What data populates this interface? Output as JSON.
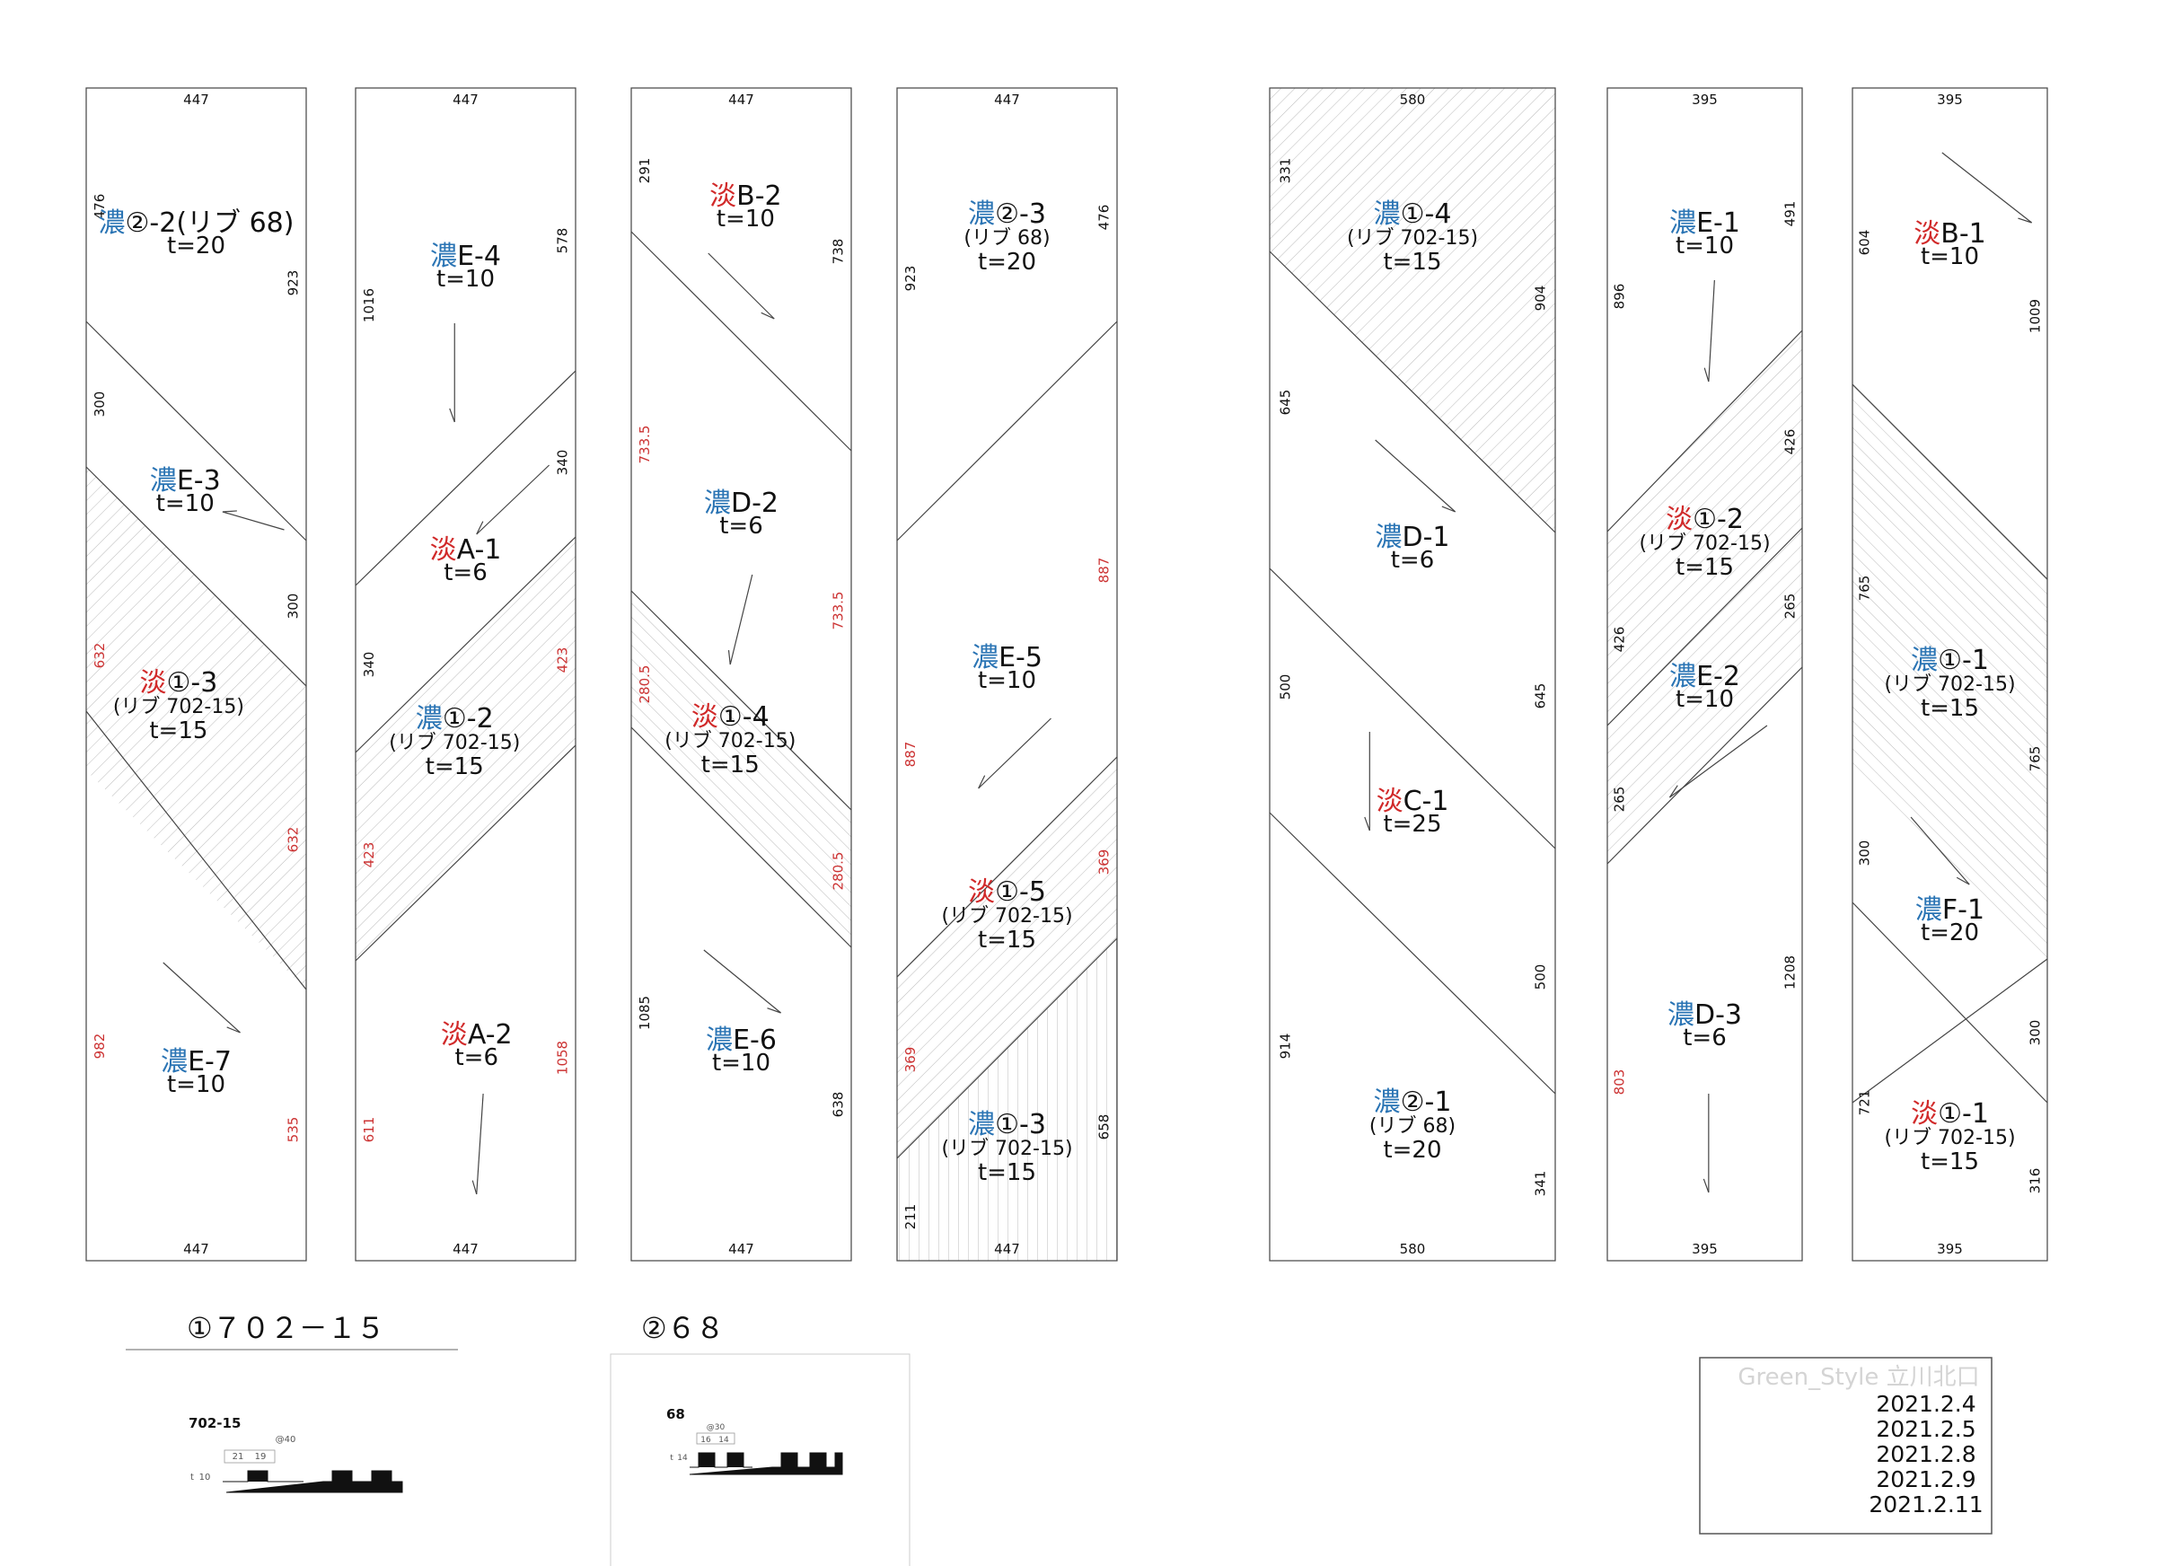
{
  "colors": {
    "dark": "#2a74b4",
    "light": "#d12a2a",
    "line": "#444444",
    "hatch": "#bbbbbb",
    "dimRed": "#cc3333"
  },
  "panels": [
    {
      "top": "447",
      "bottom": "447",
      "pieces": [
        {
          "kanji": "濃",
          "tone": "dark",
          "code": "②-2(リブ 68)",
          "thickness": "t=20"
        },
        {
          "kanji": "濃",
          "tone": "dark",
          "code": "E-3",
          "thickness": "t=10"
        },
        {
          "kanji": "淡",
          "tone": "light",
          "code": "①-3",
          "sub": "(リブ 702-15)",
          "thickness": "t=15"
        },
        {
          "kanji": "濃",
          "tone": "dark",
          "code": "E-7",
          "thickness": "t=10"
        }
      ],
      "dims": [
        "476",
        "923",
        "300",
        "300",
        "632",
        "632",
        "982",
        "535"
      ]
    },
    {
      "top": "447",
      "bottom": "447",
      "pieces": [
        {
          "kanji": "濃",
          "tone": "dark",
          "code": "E-4",
          "thickness": "t=10"
        },
        {
          "kanji": "淡",
          "tone": "light",
          "code": "A-1",
          "thickness": "t=6"
        },
        {
          "kanji": "濃",
          "tone": "dark",
          "code": "①-2",
          "sub": "(リブ 702-15)",
          "thickness": "t=15"
        },
        {
          "kanji": "淡",
          "tone": "light",
          "code": "A-2",
          "thickness": "t=6"
        }
      ],
      "dims": [
        "1016",
        "578",
        "340",
        "340",
        "423",
        "423",
        "611",
        "1058"
      ]
    },
    {
      "top": "447",
      "bottom": "447",
      "pieces": [
        {
          "kanji": "淡",
          "tone": "light",
          "code": "B-2",
          "thickness": "t=10"
        },
        {
          "kanji": "濃",
          "tone": "dark",
          "code": "D-2",
          "thickness": "t=6"
        },
        {
          "kanji": "淡",
          "tone": "light",
          "code": "①-4",
          "sub": "(リブ 702-15)",
          "thickness": "t=15"
        },
        {
          "kanji": "濃",
          "tone": "dark",
          "code": "E-6",
          "thickness": "t=10"
        }
      ],
      "dims": [
        "291",
        "738",
        "733.5",
        "733.5",
        "280.5",
        "280.5",
        "1085",
        "638"
      ]
    },
    {
      "top": "447",
      "bottom": "447",
      "pieces": [
        {
          "kanji": "濃",
          "tone": "dark",
          "code": "②-3",
          "sub": "(リブ 68)",
          "thickness": "t=20"
        },
        {
          "kanji": "濃",
          "tone": "dark",
          "code": "E-5",
          "thickness": "t=10"
        },
        {
          "kanji": "淡",
          "tone": "light",
          "code": "①-5",
          "sub": "(リブ 702-15)",
          "thickness": "t=15"
        },
        {
          "kanji": "濃",
          "tone": "dark",
          "code": "①-3",
          "sub": "(リブ 702-15)",
          "thickness": "t=15"
        }
      ],
      "dims": [
        "923",
        "476",
        "887",
        "887",
        "369",
        "369",
        "211",
        "658"
      ]
    },
    {
      "top": "580",
      "bottom": "580",
      "pieces": [
        {
          "kanji": "濃",
          "tone": "dark",
          "code": "①-4",
          "sub": "(リブ 702-15)",
          "thickness": "t=15"
        },
        {
          "kanji": "濃",
          "tone": "dark",
          "code": "D-1",
          "thickness": "t=6"
        },
        {
          "kanji": "淡",
          "tone": "light",
          "code": "C-1",
          "thickness": "t=25"
        },
        {
          "kanji": "濃",
          "tone": "dark",
          "code": "②-1",
          "sub": "(リブ 68)",
          "thickness": "t=20"
        }
      ],
      "dims": [
        "331",
        "904",
        "645",
        "645",
        "500",
        "500",
        "914",
        "341"
      ]
    },
    {
      "top": "395",
      "bottom": "395",
      "pieces": [
        {
          "kanji": "濃",
          "tone": "dark",
          "code": "E-1",
          "thickness": "t=10"
        },
        {
          "kanji": "淡",
          "tone": "light",
          "code": "①-2",
          "sub": "(リブ 702-15)",
          "thickness": "t=15"
        },
        {
          "kanji": "濃",
          "tone": "dark",
          "code": "E-2",
          "thickness": "t=10"
        },
        {
          "kanji": "濃",
          "tone": "dark",
          "code": "D-3",
          "thickness": "t=6"
        }
      ],
      "dims": [
        "896",
        "491",
        "426",
        "426",
        "265",
        "265",
        "803",
        "1208"
      ]
    },
    {
      "top": "395",
      "bottom": "395",
      "pieces": [
        {
          "kanji": "淡",
          "tone": "light",
          "code": "B-1",
          "thickness": "t=10"
        },
        {
          "kanji": "濃",
          "tone": "dark",
          "code": "①-1",
          "sub": "(リブ 702-15)",
          "thickness": "t=15"
        },
        {
          "kanji": "濃",
          "tone": "dark",
          "code": "F-1",
          "thickness": "t=20"
        },
        {
          "kanji": "淡",
          "tone": "light",
          "code": "①-1",
          "sub": "(リブ 702-15)",
          "thickness": "t=15"
        }
      ],
      "dims": [
        "604",
        "1009",
        "765",
        "765",
        "300",
        "300",
        "721",
        "316"
      ]
    }
  ],
  "legend1": {
    "title": "①７０２－１５",
    "label": "702-15",
    "dim1": "@40",
    "dim2": "21",
    "dim3": "19",
    "dim4": "10",
    "dim5": "t"
  },
  "legend2": {
    "title": "②６８",
    "label": "68",
    "dim1": "@30",
    "dim2": "16",
    "dim3": "14",
    "dim4": "14",
    "dim5": "t"
  },
  "titleblock": {
    "name": "Green_Style 立川北口",
    "dates": [
      "2021.2.4",
      "2021.2.5",
      "2021.2.8",
      "2021.2.9",
      "2021.2.11"
    ]
  }
}
